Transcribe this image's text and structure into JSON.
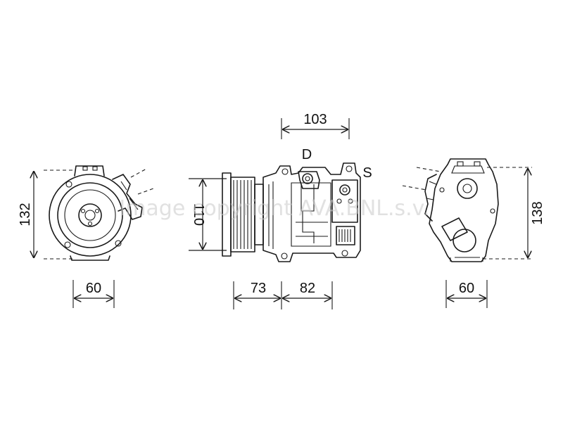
{
  "labels": {
    "left_height": "132",
    "left_width": "60",
    "front_height": "110",
    "top_width": "103",
    "port_d": "D",
    "port_s": "S",
    "bottom_left_width": "73",
    "bottom_right_width": "82",
    "right_height": "138",
    "right_width": "60"
  },
  "watermark": "Image copyright AVA.BNL.s.v."
}
